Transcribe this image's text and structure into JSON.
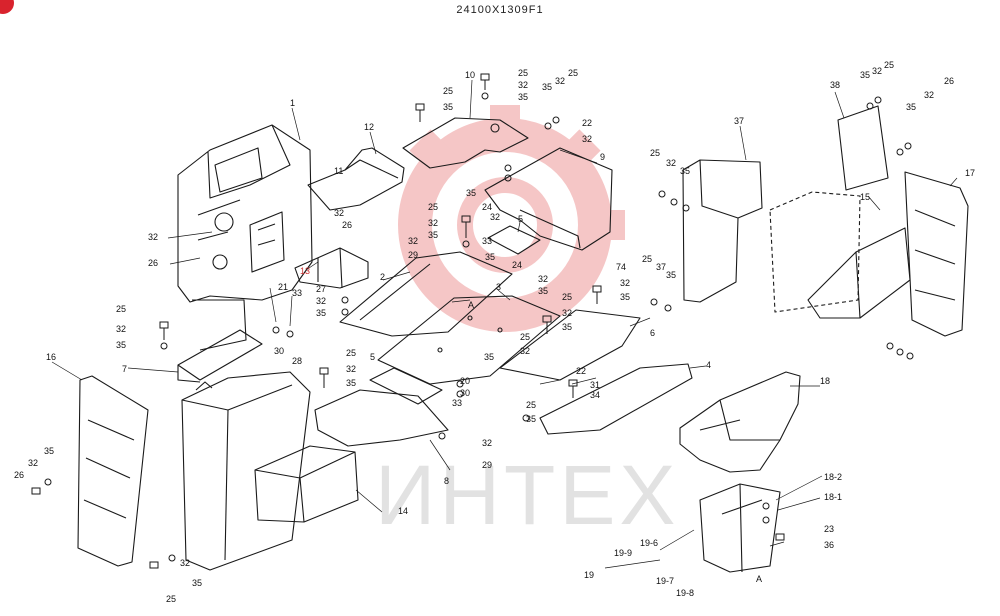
{
  "diagram_code": "24100X1309F1",
  "watermark": "ИНТЕХ",
  "accent_color": "#d9232d",
  "watermark_color": "#f2b3b3",
  "callouts": {
    "c1": "1",
    "c2": "2",
    "c3": "3",
    "c4": "4",
    "c5a": "5",
    "c5b": "5",
    "c6": "6",
    "c7": "7",
    "c8": "8",
    "c9": "9",
    "c10": "10",
    "c11": "11",
    "c12": "12",
    "c13": "13",
    "c14": "14",
    "c15": "15",
    "c16": "16",
    "c17": "17",
    "c18": "18",
    "c18_1": "18-1",
    "c18_2": "18-2",
    "c19": "19",
    "c19_6": "19-6",
    "c19_7": "19-7",
    "c19_8": "19-8",
    "c19_9": "19-9",
    "c20": "20",
    "c21": "21",
    "c22a": "22",
    "c22b": "22",
    "c23": "23",
    "c24a": "24",
    "c24b": "24",
    "c25a": "25",
    "c25b": "25",
    "c25c": "25",
    "c25d": "25",
    "c25e": "25",
    "c25f": "25",
    "c25g": "25",
    "c25h": "25",
    "c25i": "25",
    "c25j": "25",
    "c25k": "25",
    "c25l": "25",
    "c26a": "26",
    "c26b": "26",
    "c26c": "26",
    "c26d": "26",
    "c27": "27",
    "c28": "28",
    "c29a": "29",
    "c29b": "29",
    "c30a": "30",
    "c30b": "30",
    "c31": "31",
    "c32a": "32",
    "c32b": "32",
    "c32c": "32",
    "c32d": "32",
    "c32e": "32",
    "c32f": "32",
    "c32g": "32",
    "c32h": "32",
    "c32i": "32",
    "c32j": "32",
    "c32k": "32",
    "c32l": "32",
    "c32m": "32",
    "c32n": "32",
    "c32o": "32",
    "c32p": "32",
    "c32q": "32",
    "c32r": "32",
    "c33a": "33",
    "c33b": "33",
    "c34": "34",
    "c35a": "35",
    "c35b": "35",
    "c35c": "35",
    "c35d": "35",
    "c35e": "35",
    "c35f": "35",
    "c35g": "35",
    "c35h": "35",
    "c35i": "35",
    "c35j": "35",
    "c35k": "35",
    "c35l": "35",
    "c35m": "35",
    "c35n": "35",
    "c35o": "35",
    "c35p": "35",
    "c35q": "35",
    "c35r": "35",
    "c36": "36",
    "c37a": "37",
    "c37b": "37",
    "c38": "38",
    "c74": "74",
    "cAa": "A",
    "cAb": "A"
  }
}
